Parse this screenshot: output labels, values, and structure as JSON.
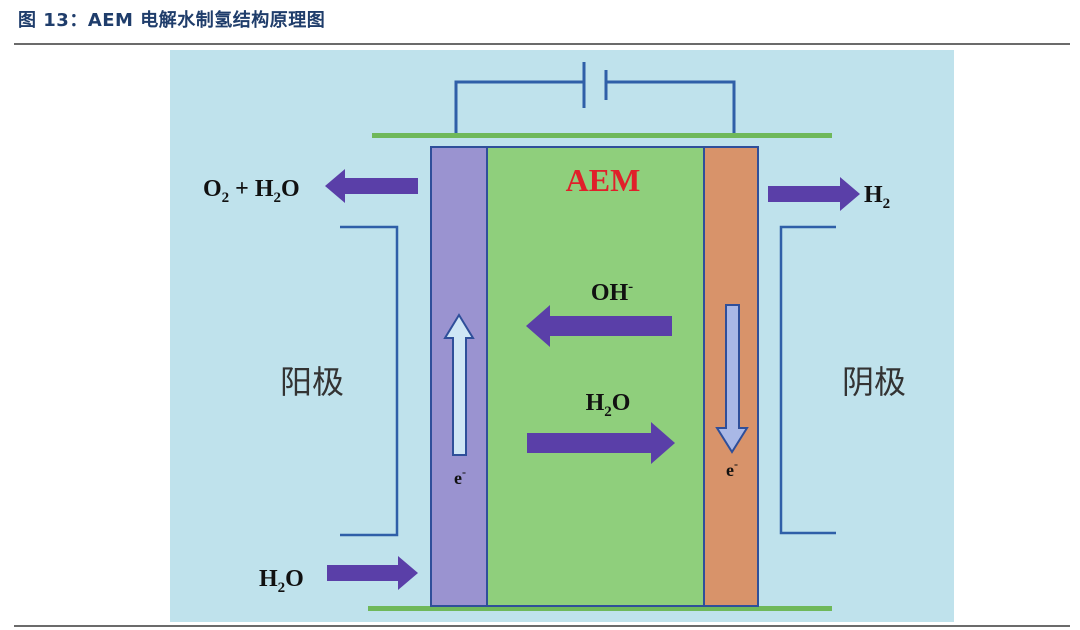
{
  "caption": "图 13：AEM 电解水制氢结构原理图",
  "diagram": {
    "membrane_label": "AEM",
    "anode_label": "阳极",
    "cathode_label": "阴极",
    "anode_output": {
      "main": "O",
      "sub": "2",
      "plus": " + H",
      "sub2": "2",
      "tail": "O"
    },
    "anode_input": {
      "main": "H",
      "sub": "2",
      "tail": "O"
    },
    "cathode_output": {
      "main": "H",
      "sub": "2"
    },
    "hydroxide": {
      "main": "OH",
      "sup": "-"
    },
    "water_flow": {
      "main": "H",
      "sub": "2",
      "tail": "O"
    },
    "electron_left": {
      "main": "e",
      "sup": "-"
    },
    "electron_right": {
      "main": "e",
      "sup": "-"
    },
    "colors": {
      "background": "#bfe2ec",
      "membrane": "#8fcf7c",
      "anode": "#9a93d0",
      "cathode": "#d8936a",
      "plate": "#6fb85a",
      "arrow": "#5a3fa8",
      "circuit": "#2f5fa8",
      "aem_text": "#e0202a"
    }
  }
}
